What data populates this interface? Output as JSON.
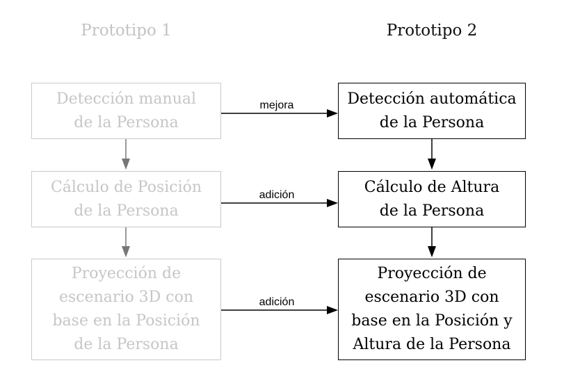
{
  "columns": {
    "left_title": "Prototipo 1",
    "right_title": "Prototipo 2"
  },
  "left_boxes": [
    {
      "text": "Detección manual\nde la Persona"
    },
    {
      "text": "Cálculo de Posición\nde la Persona"
    },
    {
      "text": "Proyección de\nescenario 3D con\nbase en la Posición\nde la Persona"
    }
  ],
  "right_boxes": [
    {
      "text": "Detección automática\nde la Persona"
    },
    {
      "text": "Cálculo de Altura\nde la Persona"
    },
    {
      "text": "Proyección de\nescenario 3D con\nbase en la Posición y\nAltura de la Persona"
    }
  ],
  "edge_labels": [
    {
      "text": "mejora"
    },
    {
      "text": "adición"
    },
    {
      "text": "adición"
    }
  ],
  "colors": {
    "ghost_border": "#c9c9c9",
    "ghost_text": "#c6c6c6",
    "ghost_arrow": "#777777",
    "solid": "#000000"
  }
}
